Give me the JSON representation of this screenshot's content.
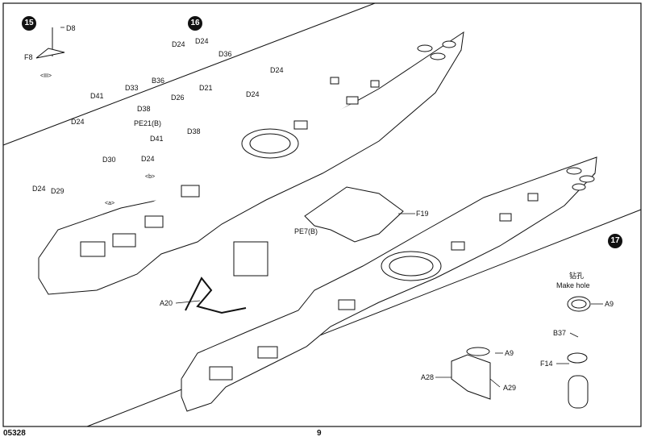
{
  "steps": {
    "s15": "15",
    "s16": "16",
    "s17": "17"
  },
  "footer": {
    "code": "05328",
    "page": "9"
  },
  "labels": {
    "D8": "D8",
    "F8": "F8",
    "III": "<III>",
    "D24": "D24",
    "D36": "D36",
    "D33": "D33",
    "D38": "D38",
    "D41": "D41",
    "D26": "D26",
    "D21": "D21",
    "B36": "B36",
    "PE21B": "PE21(B)",
    "D30": "D30",
    "D29": "D29",
    "a": "<a>",
    "b": "<b>",
    "F19": "F19",
    "PE7B": "PE7(B)",
    "A20": "A20",
    "make_hole_cn": "钻孔",
    "make_hole": "Make hole",
    "A9": "A9",
    "B37": "B37",
    "F14": "F14",
    "A28": "A28",
    "A29": "A29"
  }
}
